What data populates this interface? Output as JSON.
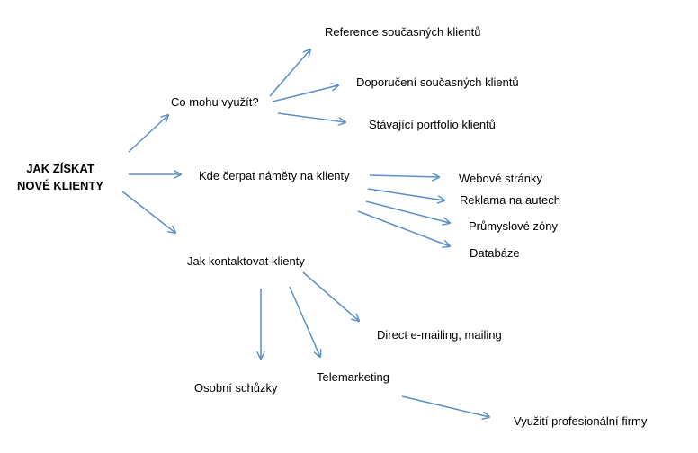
{
  "diagram": {
    "root": {
      "line1": "JAK ZÍSKAT",
      "line2": "NOVÉ KLIENTY"
    },
    "branches": {
      "use": "Co mohu využít?",
      "ideas": "Kde čerpat náměty na klienty",
      "contact": "Jak kontaktovat klienty"
    },
    "use_items": [
      "Reference současných klientů",
      "Doporučení současných klientů",
      "Stávající portfolio klientů"
    ],
    "ideas_items": [
      "Webové stránky",
      "Reklama na autech",
      "Průmyslové zóny",
      "Databáze"
    ],
    "contact_items": {
      "mailing": "Direct e-mailing, mailing",
      "telemarketing": "Telemarketing",
      "meetings": "Osobní schůzky"
    },
    "telemarketing_sub": "Využití profesionální firmy",
    "arrow_color": "#5B8FC8"
  }
}
